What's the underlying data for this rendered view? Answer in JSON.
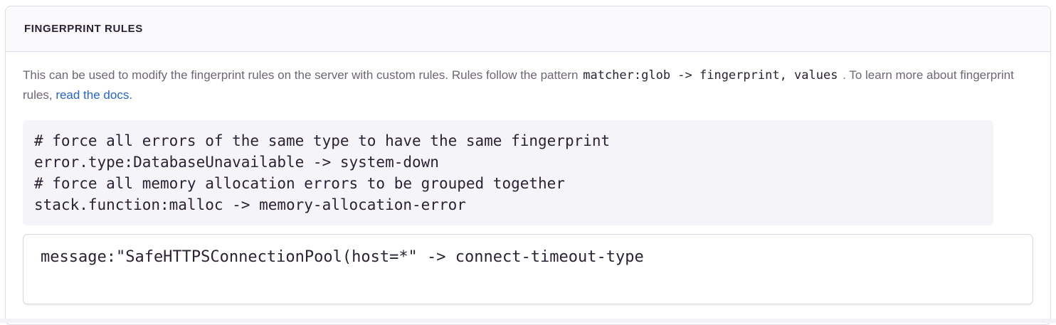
{
  "colors": {
    "panel_border": "#e0dce5",
    "header_bg": "#faf9fb",
    "title_text": "#2b2233",
    "description_text": "#6e6576",
    "link_blue": "#2562d4",
    "code_text": "#2b2233",
    "code_block_bg": "#f5f4f8",
    "input_border": "#d9d4df",
    "input_bg": "#ffffff"
  },
  "panel": {
    "title": "FINGERPRINT RULES",
    "description": {
      "text_before": "This can be used to modify the fingerprint rules on the server with custom rules. Rules follow the pattern",
      "pattern_code": "matcher:glob -> fingerprint, values",
      "text_after_code": ". To learn more about fingerprint rules,",
      "link_text": "read the docs."
    },
    "example_code": "# force all errors of the same type to have the same fingerprint\nerror.type:DatabaseUnavailable -> system-down\n# force all memory allocation errors to be grouped together\nstack.function:malloc -> memory-allocation-error",
    "input": {
      "value": "message:\"SafeHTTPSConnectionPool(host=*\" -> connect-timeout-type"
    }
  }
}
